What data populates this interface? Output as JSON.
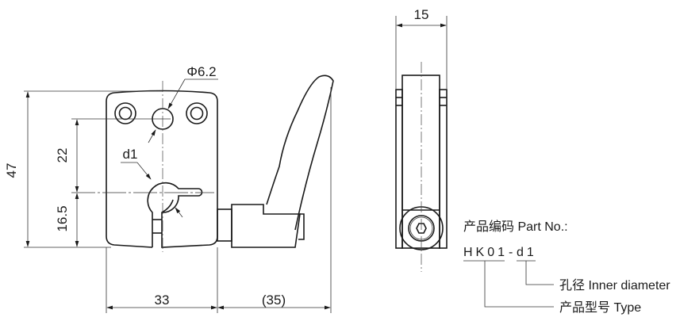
{
  "dimensions": {
    "height_total": "47",
    "hole_offset": "22",
    "bore_height": "16.5",
    "width": "33",
    "handle_length": "(35)",
    "thickness": "15",
    "hole_diameter": "Φ6.2",
    "inner_diameter": "d1"
  },
  "part_number": {
    "heading": "产品编码 Part No.:",
    "code_type": "HK01",
    "code_sep": "-",
    "code_d1": "d1",
    "inner_diameter_label": "孔径 Inner diameter",
    "type_label": "产品型号 Type"
  }
}
